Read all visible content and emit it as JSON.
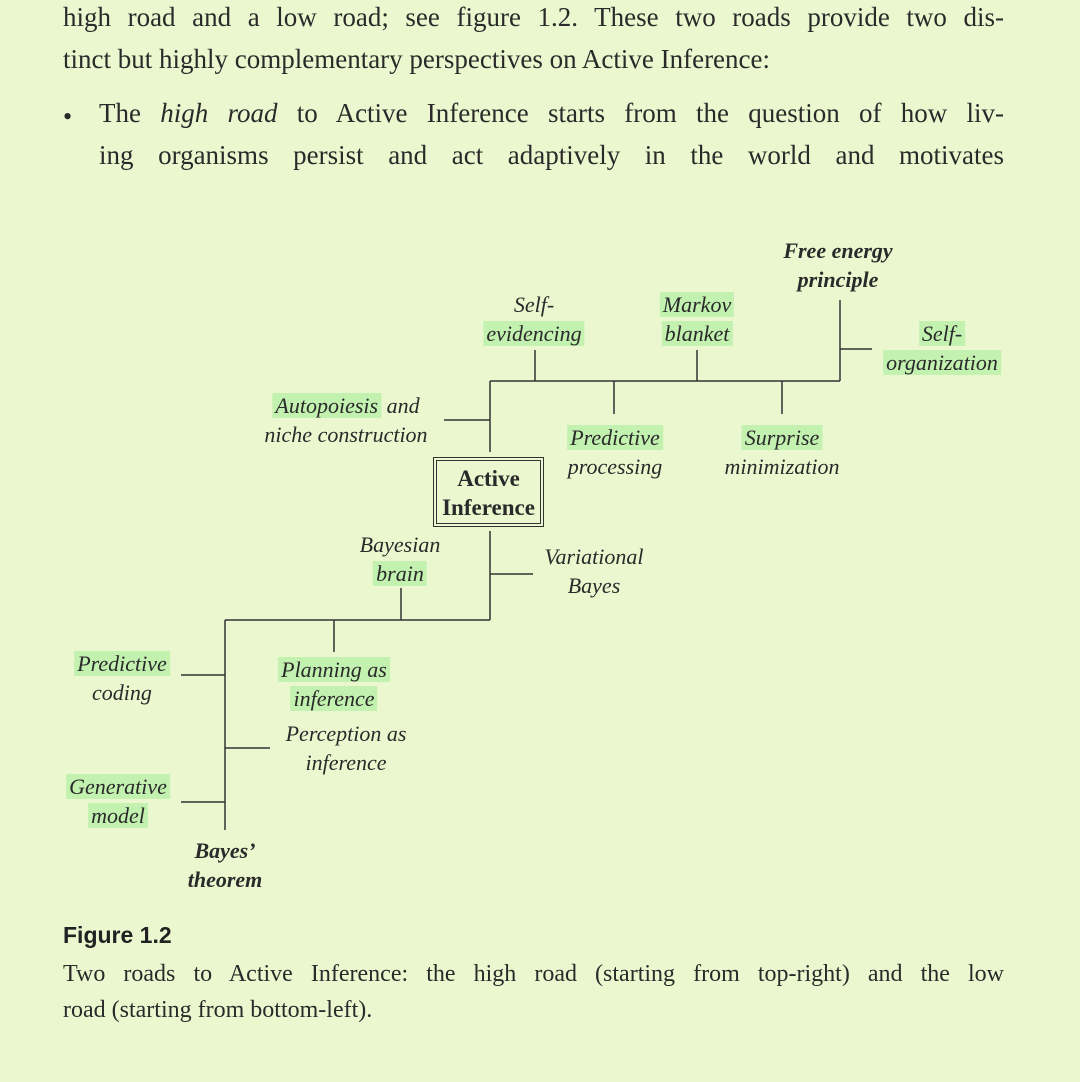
{
  "body_text": {
    "intro_lines": [
      "high road and a low road; see figure 1.2. These two roads provide two dis-",
      "tinct but highly complementary perspectives on Active Inference:"
    ],
    "bullet_symbol": "•",
    "bullet_line1_prefix": "The ",
    "bullet_line1_emph": "high road",
    "bullet_line1_suffix": " to Active Inference starts from the question of how liv-",
    "bullet_line2": "ing organisms persist and act adaptively in the world and motivates"
  },
  "figure": {
    "core_line1": "Active",
    "core_line2": "Inference",
    "labels": {
      "free_energy_1": "Free energy",
      "free_energy_2": "principle",
      "self_evidencing_1": "Self-",
      "self_evidencing_2": "evidencing",
      "markov_1": "Markov",
      "markov_2": "blanket",
      "self_org_1": "Self-",
      "self_org_2": "organization",
      "autopoiesis_1a": "Autopoiesis",
      "autopoiesis_1b": " and",
      "autopoiesis_2": "niche construction",
      "predictive_proc_1": "Predictive",
      "predictive_proc_2": "processing",
      "surprise_1": "Surprise",
      "surprise_2": "minimization",
      "bayesian_1": "Bayesian",
      "bayesian_2": "brain",
      "variational_1": "Variational",
      "variational_2": "Bayes",
      "pred_coding_1": "Predictive",
      "pred_coding_2": "coding",
      "planning_1": "Planning as",
      "planning_2": "inference",
      "perception_1": "Perception as",
      "perception_2": "inference",
      "generative_1": "Generative",
      "generative_2": "model",
      "bayes_thm_1": "Bayes’",
      "bayes_thm_2": "theorem"
    },
    "title": "Figure 1.2",
    "caption_line1": "Two roads to Active Inference: the high road (starting from top-right) and the low",
    "caption_line2": "road (starting from bottom-left)."
  },
  "colors": {
    "page_background": "#ebf8cf",
    "highlight": "#c2f1b0",
    "text": "#2a2a2a"
  }
}
